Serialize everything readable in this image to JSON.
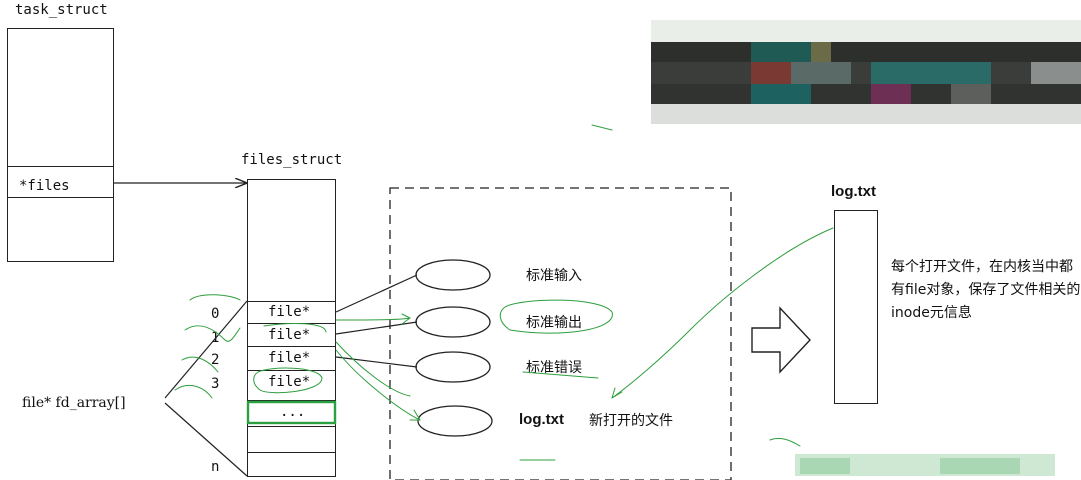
{
  "task_struct": {
    "title": "task_struct",
    "files_field": "*files"
  },
  "files_struct": {
    "title": "files_struct",
    "array_label": "file* fd_array[]",
    "indices": [
      "0",
      "1",
      "2",
      "3",
      "n"
    ],
    "slots": [
      "file*",
      "file*",
      "file*",
      "file*",
      "..."
    ]
  },
  "file_objects": [
    {
      "label": "标准输入"
    },
    {
      "label": "标准输出"
    },
    {
      "label": "标准错误"
    },
    {
      "label": "log.txt",
      "extra": "新打开的文件"
    }
  ],
  "inode": {
    "title": "log.txt",
    "description": "每个打开文件，在内核当中都有file对象，保存了文件相关的inode元信息"
  },
  "colors": {
    "ink": "#222222",
    "annotation_green": "#2e9e3e",
    "highlight_box": "#2aa040"
  }
}
